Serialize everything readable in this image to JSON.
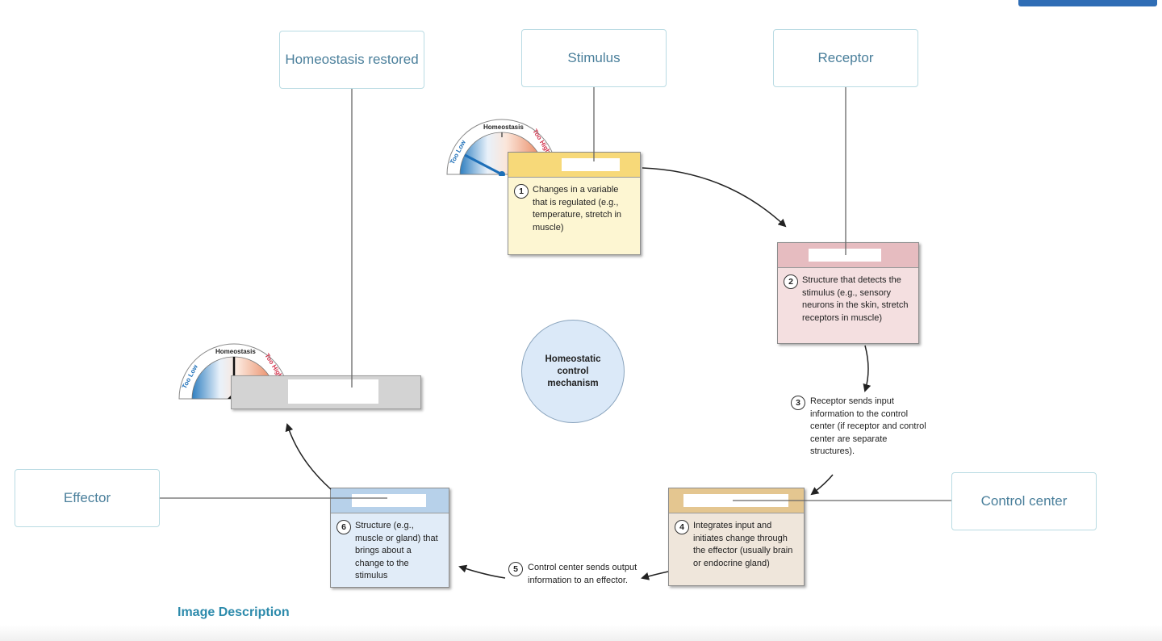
{
  "labels": {
    "homeostasis_restored": "Homeostasis restored",
    "stimulus": "Stimulus",
    "receptor": "Receptor",
    "effector": "Effector",
    "control_center": "Control center"
  },
  "steps": [
    {
      "num": "1",
      "text": "Changes in a variable that is regulated (e.g., temperature, stretch in muscle)"
    },
    {
      "num": "2",
      "text": "Structure that detects the stimulus (e.g., sensory neurons in the skin, stretch receptors in muscle)"
    },
    {
      "num": "3",
      "text": "Receptor sends input information to the control center (if receptor and control center are separate structures)."
    },
    {
      "num": "4",
      "text": "Integrates input and initiates change through the effector (usually brain or endocrine gland)"
    },
    {
      "num": "5",
      "text": "Control center sends output information to an effector."
    },
    {
      "num": "6",
      "text": "Structure (e.g., muscle or gland) that brings about a change to the stimulus"
    }
  ],
  "center": "Homeostatic control mechanism",
  "gauge": {
    "too_low": "Too Low",
    "homeostasis": "Homeostasis",
    "too_high": "Too High"
  },
  "link": "Image Description",
  "colors": {
    "stimulus_card": "#fdf6d2",
    "stimulus_header": "#f7d979",
    "receptor_card": "#f4dfe0",
    "receptor_header": "#e6bcc0",
    "control_card": "#efe6db",
    "control_header": "#e4c690",
    "effector_card": "#e1ecf8",
    "effector_header": "#b7d1ea",
    "label_text": "#4a7f9b",
    "label_border": "#b9dbe3",
    "link": "#2c8aab"
  }
}
